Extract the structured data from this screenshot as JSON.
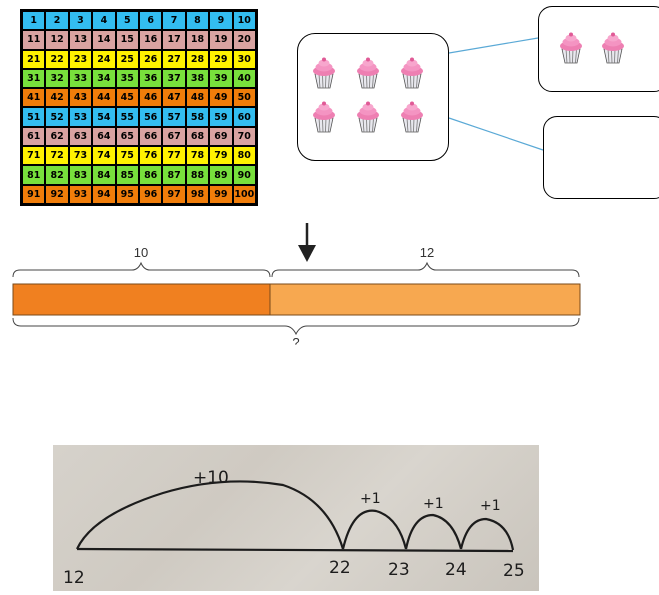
{
  "hundred_square": {
    "rows": [
      [
        "1",
        "2",
        "3",
        "4",
        "5",
        "6",
        "7",
        "8",
        "9",
        "10"
      ],
      [
        "11",
        "12",
        "13",
        "14",
        "15",
        "16",
        "17",
        "18",
        "19",
        "20"
      ],
      [
        "21",
        "22",
        "23",
        "24",
        "25",
        "26",
        "27",
        "28",
        "29",
        "30"
      ],
      [
        "31",
        "32",
        "33",
        "34",
        "35",
        "36",
        "37",
        "38",
        "39",
        "40"
      ],
      [
        "41",
        "42",
        "43",
        "44",
        "45",
        "46",
        "47",
        "48",
        "49",
        "50"
      ],
      [
        "51",
        "52",
        "53",
        "54",
        "55",
        "56",
        "57",
        "58",
        "59",
        "60"
      ],
      [
        "61",
        "62",
        "63",
        "64",
        "65",
        "66",
        "67",
        "68",
        "69",
        "70"
      ],
      [
        "71",
        "72",
        "73",
        "74",
        "75",
        "76",
        "77",
        "78",
        "79",
        "80"
      ],
      [
        "81",
        "82",
        "83",
        "84",
        "85",
        "86",
        "87",
        "88",
        "89",
        "90"
      ],
      [
        "91",
        "92",
        "93",
        "94",
        "95",
        "96",
        "97",
        "98",
        "99",
        "100"
      ]
    ],
    "row_colors": [
      "#33bdf0",
      "#d9a3a1",
      "#fff200",
      "#78e03c",
      "#f07d0a",
      "#33bdf0",
      "#d9a3a1",
      "#fff200",
      "#78e03c",
      "#f07d0a"
    ]
  },
  "cupcakes": {
    "main_count": 6,
    "top_count": 2,
    "bottom_count": 0,
    "icon": "cupcake-icon"
  },
  "bar_model": {
    "left_label": "10",
    "right_label": "12",
    "bottom_label": "?",
    "left_color": "#f08020",
    "right_color": "#f7a850",
    "arrow_icon": "down-arrow-icon"
  },
  "number_line_photo": {
    "jumps": [
      "+10",
      "+1",
      "+1",
      "+1"
    ],
    "marks": [
      "12",
      "22",
      "23",
      "24",
      "25"
    ]
  }
}
